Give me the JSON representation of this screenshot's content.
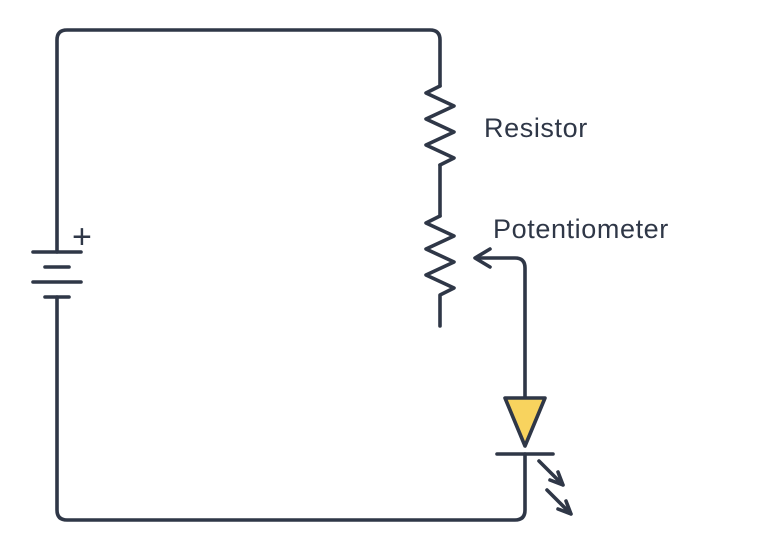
{
  "diagram": {
    "type": "circuit-schematic",
    "labels": {
      "resistor": "Resistor",
      "potentiometer": "Potentiometer",
      "battery_positive": "+"
    },
    "colors": {
      "stroke": "#2F3747",
      "led_fill": "#F8D35E",
      "background": "#FFFFFF"
    },
    "components": [
      "battery",
      "resistor",
      "potentiometer",
      "led"
    ]
  }
}
